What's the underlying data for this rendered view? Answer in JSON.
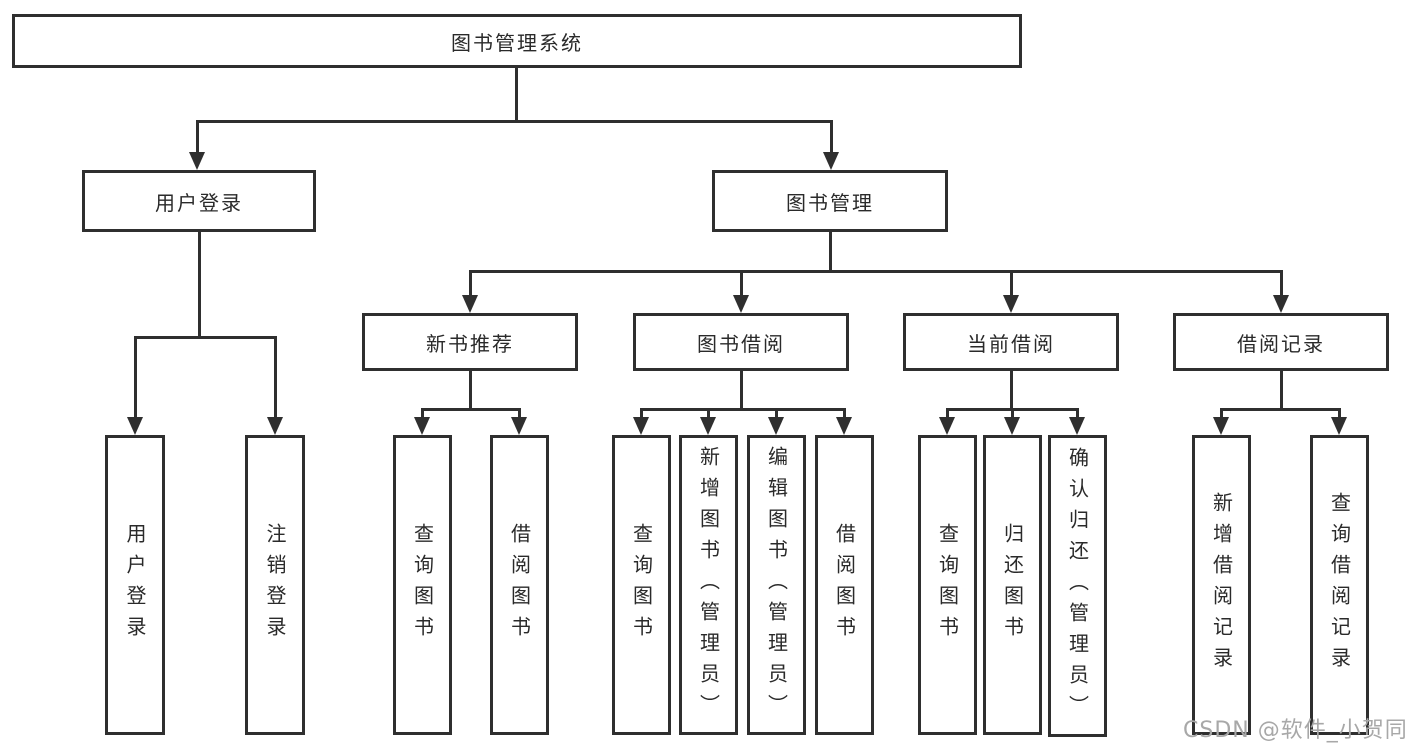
{
  "diagram": {
    "root": {
      "label": "图书管理系统"
    },
    "level2": [
      {
        "label": "用户登录"
      },
      {
        "label": "图书管理"
      }
    ],
    "level3": [
      {
        "label": "新书推荐"
      },
      {
        "label": "图书借阅"
      },
      {
        "label": "当前借阅"
      },
      {
        "label": "借阅记录"
      }
    ],
    "leaves": {
      "login": [
        "用户登录",
        "注销登录"
      ],
      "newbook": [
        "查询图书",
        "借阅图书"
      ],
      "borrow": [
        "查询图书",
        "新增图书（管理员）",
        "编辑图书（管理员）",
        "借阅图书"
      ],
      "current": [
        "查询图书",
        "归还图书",
        "确认归还（管理员）"
      ],
      "records": [
        "新增借阅记录",
        "查询借阅记录"
      ]
    }
  },
  "watermark": "CSDN @软件_小贺同学",
  "colors": {
    "line": "#2f2f2f",
    "text": "#2a2a2a",
    "watermark": "#a8a8a8",
    "background": "#ffffff"
  }
}
